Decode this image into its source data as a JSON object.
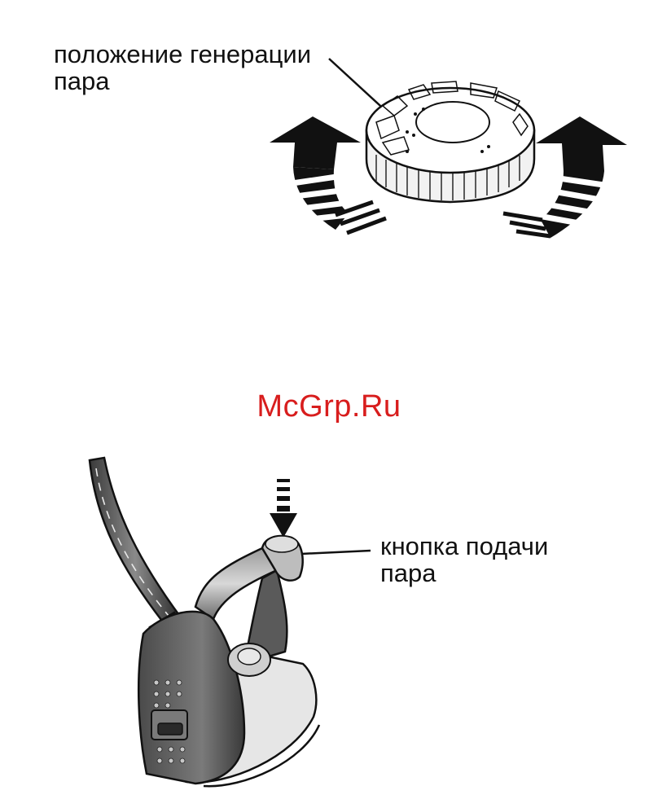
{
  "labels": {
    "steam_position": "положение генерации\nпара",
    "steam_button": "кнопка подачи\nпара"
  },
  "watermark": "McGrp.Ru",
  "colors": {
    "ink": "#111111",
    "watermark": "#d81d1d"
  },
  "icons": [
    "steam-dial-icon",
    "rotate-arrow-left-icon",
    "rotate-arrow-right-icon",
    "press-down-arrow-icon",
    "steam-iron-icon"
  ]
}
